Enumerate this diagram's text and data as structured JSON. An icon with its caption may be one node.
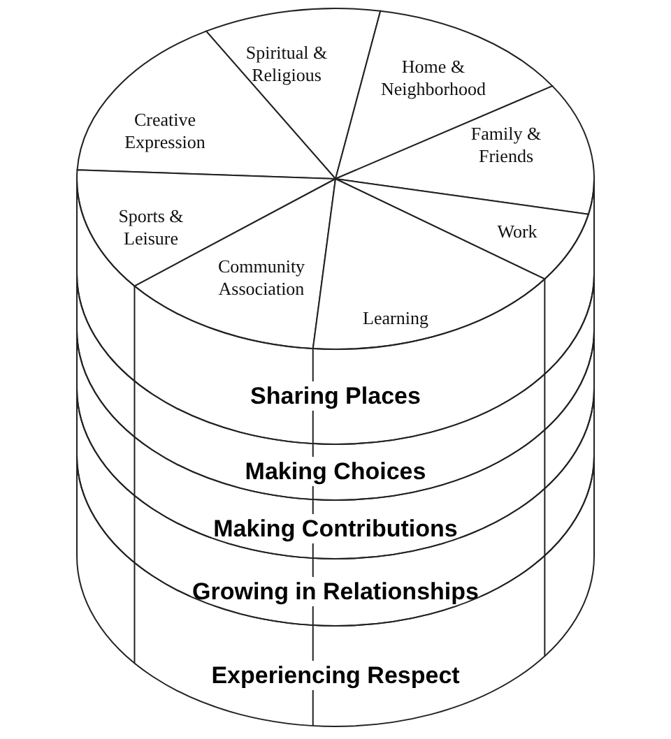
{
  "diagram": {
    "nodes": [
      {
        "text": [
          "Spiritual & Religious"
        ]
      },
      {
        "text": [
          "Home & Neighborhood"
        ]
      },
      {
        "text": [
          "Creative Expression"
        ]
      },
      {
        "text": [
          "Family & Friends"
        ]
      },
      {
        "text": [
          "Sports & Leisure"
        ]
      },
      {
        "text": [
          "Work"
        ]
      },
      {
        "text": [
          "Community Association"
        ]
      },
      {
        "text": [
          "Learning"
        ]
      },
      {
        "text": [
          "Sharing Places"
        ]
      },
      {
        "text": [
          "Making Choices"
        ]
      },
      {
        "text": [
          "Making Contributions"
        ]
      },
      {
        "text": [
          "Growing in Relationships"
        ]
      },
      {
        "text": [
          "Experiencing Respect"
        ]
      }
    ]
  }
}
